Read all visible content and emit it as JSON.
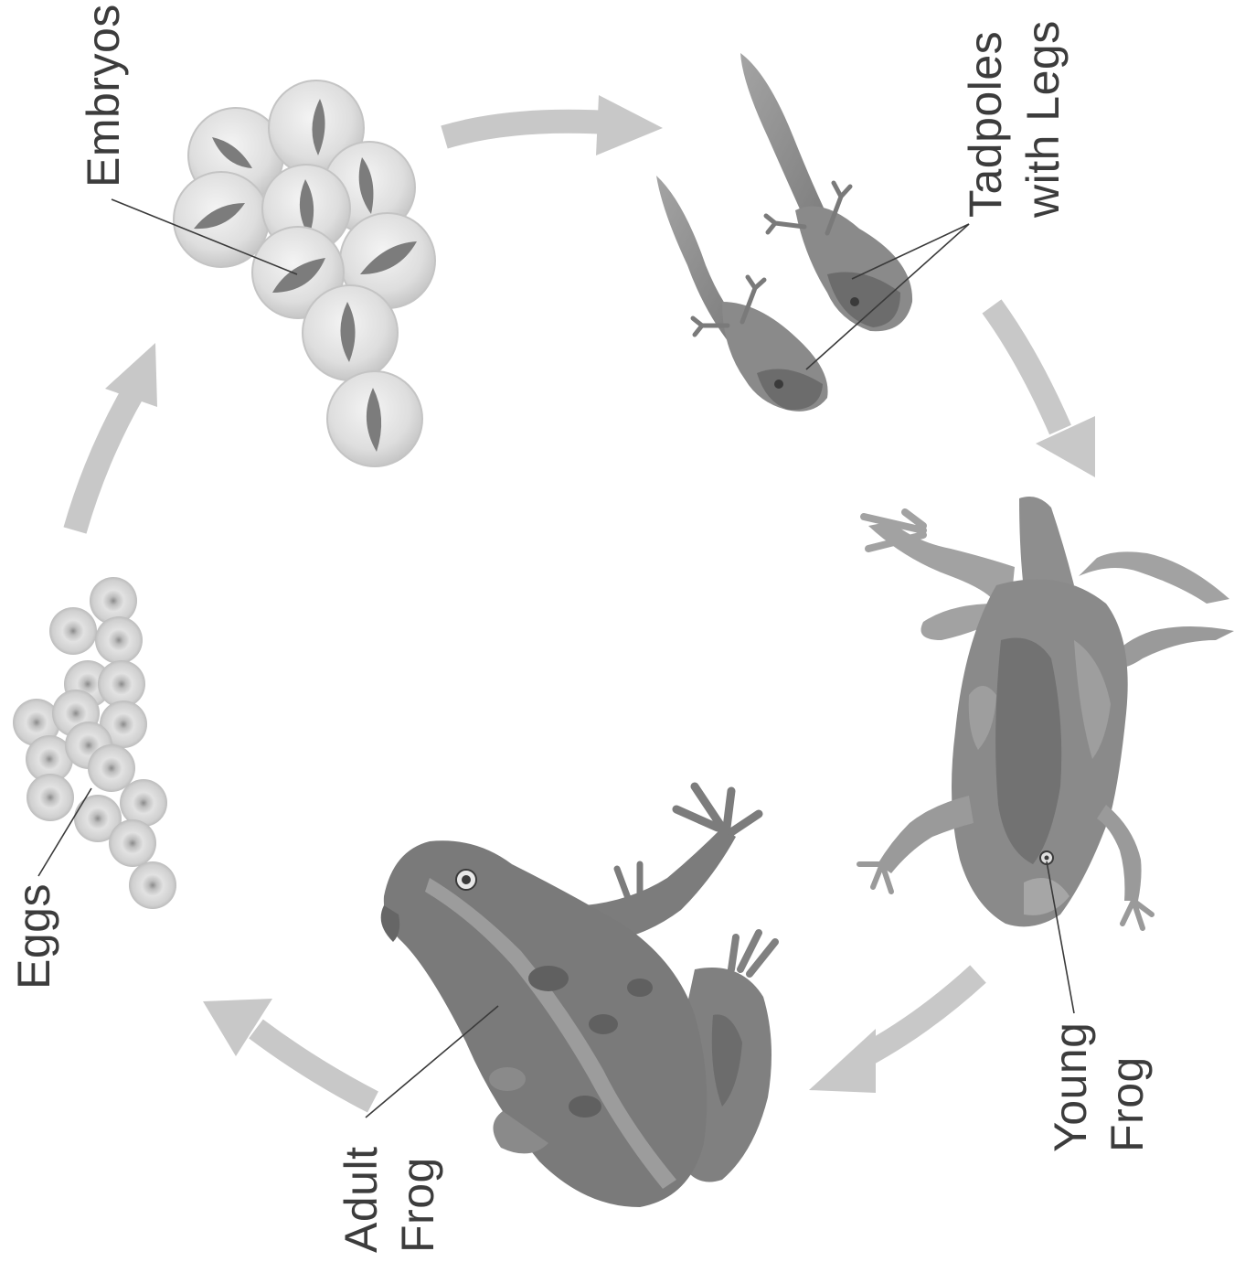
{
  "labels": {
    "embryos": "Embryos",
    "tadpoles_line1": "Tadpoles",
    "tadpoles_line2": "with Legs",
    "young_line1": "Young",
    "young_line2": "Frog",
    "adult_line1": "Adult",
    "adult_line2": "Frog",
    "eggs": "Eggs"
  },
  "colors": {
    "arrow": "#c8c8c8",
    "label_text": "#3c3c3c",
    "frog_dark": "#6e6e6e",
    "frog_mid": "#8c8c8c",
    "frog_light": "#a8a8a8",
    "egg_shell": "#dcdcdc"
  },
  "icons": [
    "cycle-arrow-icon"
  ]
}
